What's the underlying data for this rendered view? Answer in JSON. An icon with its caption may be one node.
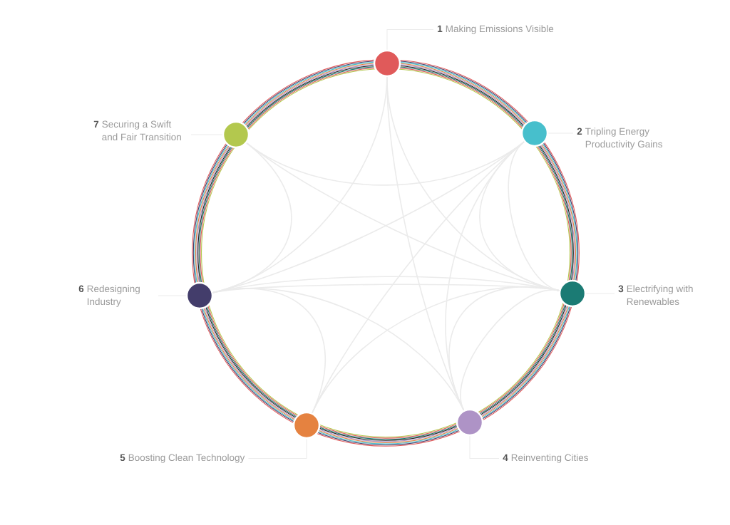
{
  "diagram": {
    "nodes": [
      {
        "text": [],
        "shape": "circle"
      },
      {
        "text": [],
        "shape": "circle"
      },
      {
        "text": [],
        "shape": "circle"
      },
      {
        "text": [],
        "shape": "circle"
      },
      {
        "text": [],
        "shape": "circle"
      },
      {
        "text": [],
        "shape": "circle"
      },
      {
        "text": [],
        "shape": "circle"
      },
      {
        "text": [
          "1",
          "Making Emissions Visible"
        ]
      },
      {
        "text": [
          "2",
          "Tripling Energy Productivity Gains"
        ]
      },
      {
        "text": [
          "3",
          "Electrifying with Renewables"
        ]
      },
      {
        "text": [
          "4",
          "Reinventing Cities"
        ]
      },
      {
        "text": [
          "5",
          "Boosting Clean Technology"
        ]
      },
      {
        "text": [
          "6",
          "Redesigning Industry"
        ]
      },
      {
        "text": [
          "7",
          "Securing a Swift and Fair Transition"
        ]
      }
    ],
    "edges": [
      {
        "from": 7,
        "to": 0,
        "arrow": "none"
      },
      {
        "from": 8,
        "to": 1,
        "arrow": "none"
      },
      {
        "from": 9,
        "to": 3,
        "arrow": "none"
      },
      {
        "from": 10,
        "to": 5,
        "arrow": "none"
      },
      {
        "from": 11,
        "to": 6,
        "arrow": "none"
      },
      {
        "from": 12,
        "to": 4,
        "arrow": "none"
      },
      {
        "from": 13,
        "to": 2,
        "arrow": "none"
      },
      {
        "from": 0,
        "to": 3,
        "arrow": "none"
      },
      {
        "from": 0,
        "to": 5,
        "arrow": "none"
      },
      {
        "from": 0,
        "to": 4,
        "arrow": "none"
      },
      {
        "from": 1,
        "to": 2,
        "arrow": "none"
      },
      {
        "from": 1,
        "to": 4,
        "arrow": "none"
      },
      {
        "from": 1,
        "to": 6,
        "arrow": "none"
      },
      {
        "from": 1,
        "to": 5,
        "arrow": "none"
      },
      {
        "from": 1,
        "to": 3,
        "arrow": "none"
      },
      {
        "from": 1,
        "to": 3,
        "arrow": "none"
      },
      {
        "from": 3,
        "to": 2,
        "arrow": "none"
      },
      {
        "from": 3,
        "to": 4,
        "arrow": "none"
      },
      {
        "from": 3,
        "to": 4,
        "arrow": "none"
      },
      {
        "from": 3,
        "to": 6,
        "arrow": "none"
      },
      {
        "from": 3,
        "to": 5,
        "arrow": "none"
      },
      {
        "from": 3,
        "to": 5,
        "arrow": "none"
      },
      {
        "from": 4,
        "to": 5,
        "arrow": "none"
      },
      {
        "from": 4,
        "to": 6,
        "arrow": "none"
      },
      {
        "from": 4,
        "to": 2,
        "arrow": "none"
      }
    ]
  }
}
